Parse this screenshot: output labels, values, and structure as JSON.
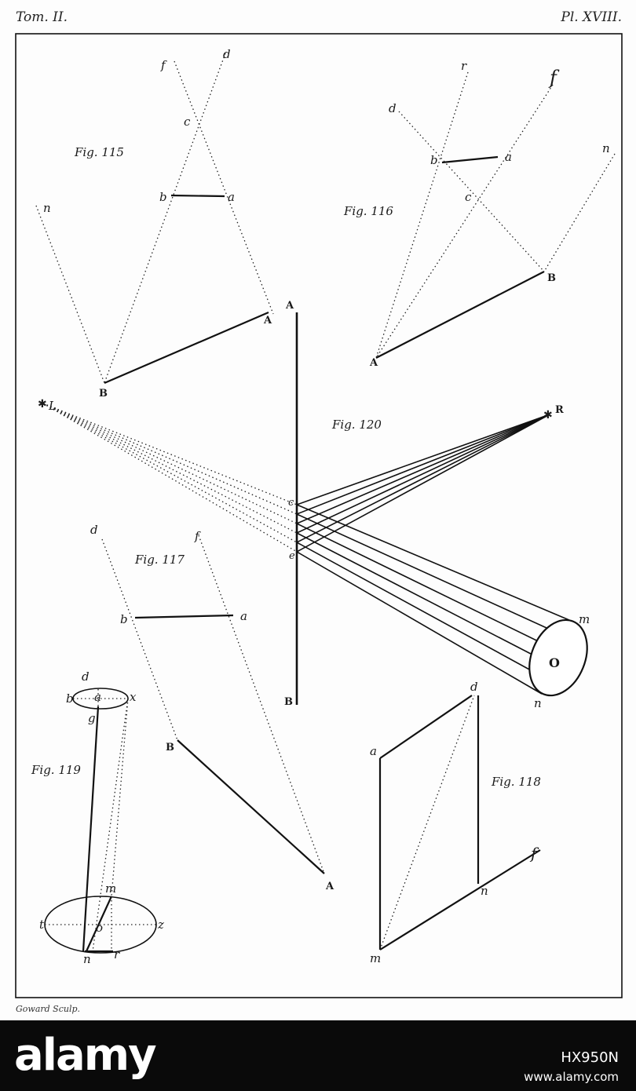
{
  "header": {
    "tome": "Tom. II.",
    "plate": "Pl. XVIII."
  },
  "engraver": "Goward Sculp.",
  "figures": {
    "fig115": {
      "caption": "Fig. 115",
      "labels": {
        "f": "f",
        "d": "d",
        "c": "c",
        "b": "b",
        "a": "a",
        "n": "n",
        "A": "A",
        "B": "B"
      }
    },
    "fig116": {
      "caption": "Fig. 116",
      "labels": {
        "r": "r",
        "f": "f",
        "d": "d",
        "b": "b",
        "a": "a",
        "c": "c",
        "n": "n",
        "B": "B",
        "A": "A"
      }
    },
    "fig120": {
      "caption": "Fig. 120",
      "labels": {
        "A": "A",
        "B": "B",
        "L": "L",
        "R": "R",
        "c": "c",
        "e": "e",
        "m": "m",
        "O": "O",
        "n": "n"
      }
    },
    "fig117": {
      "caption": "Fig. 117",
      "labels": {
        "d": "d",
        "f": "f",
        "b": "b",
        "a": "a",
        "B": "B",
        "A": "A"
      }
    },
    "fig119": {
      "caption": "Fig. 119",
      "labels": {
        "d": "d",
        "b": "b",
        "a": "a",
        "x": "x",
        "g": "g",
        "m": "m",
        "t": "t",
        "o": "o",
        "z": "z",
        "n": "n",
        "r": "r"
      }
    },
    "fig118": {
      "caption": "Fig. 118",
      "labels": {
        "d": "d",
        "a": "a",
        "f": "f",
        "n": "n",
        "m": "m"
      }
    }
  },
  "stock": {
    "logo": "alamy",
    "id": "HX950N",
    "url": "www.alamy.com"
  }
}
